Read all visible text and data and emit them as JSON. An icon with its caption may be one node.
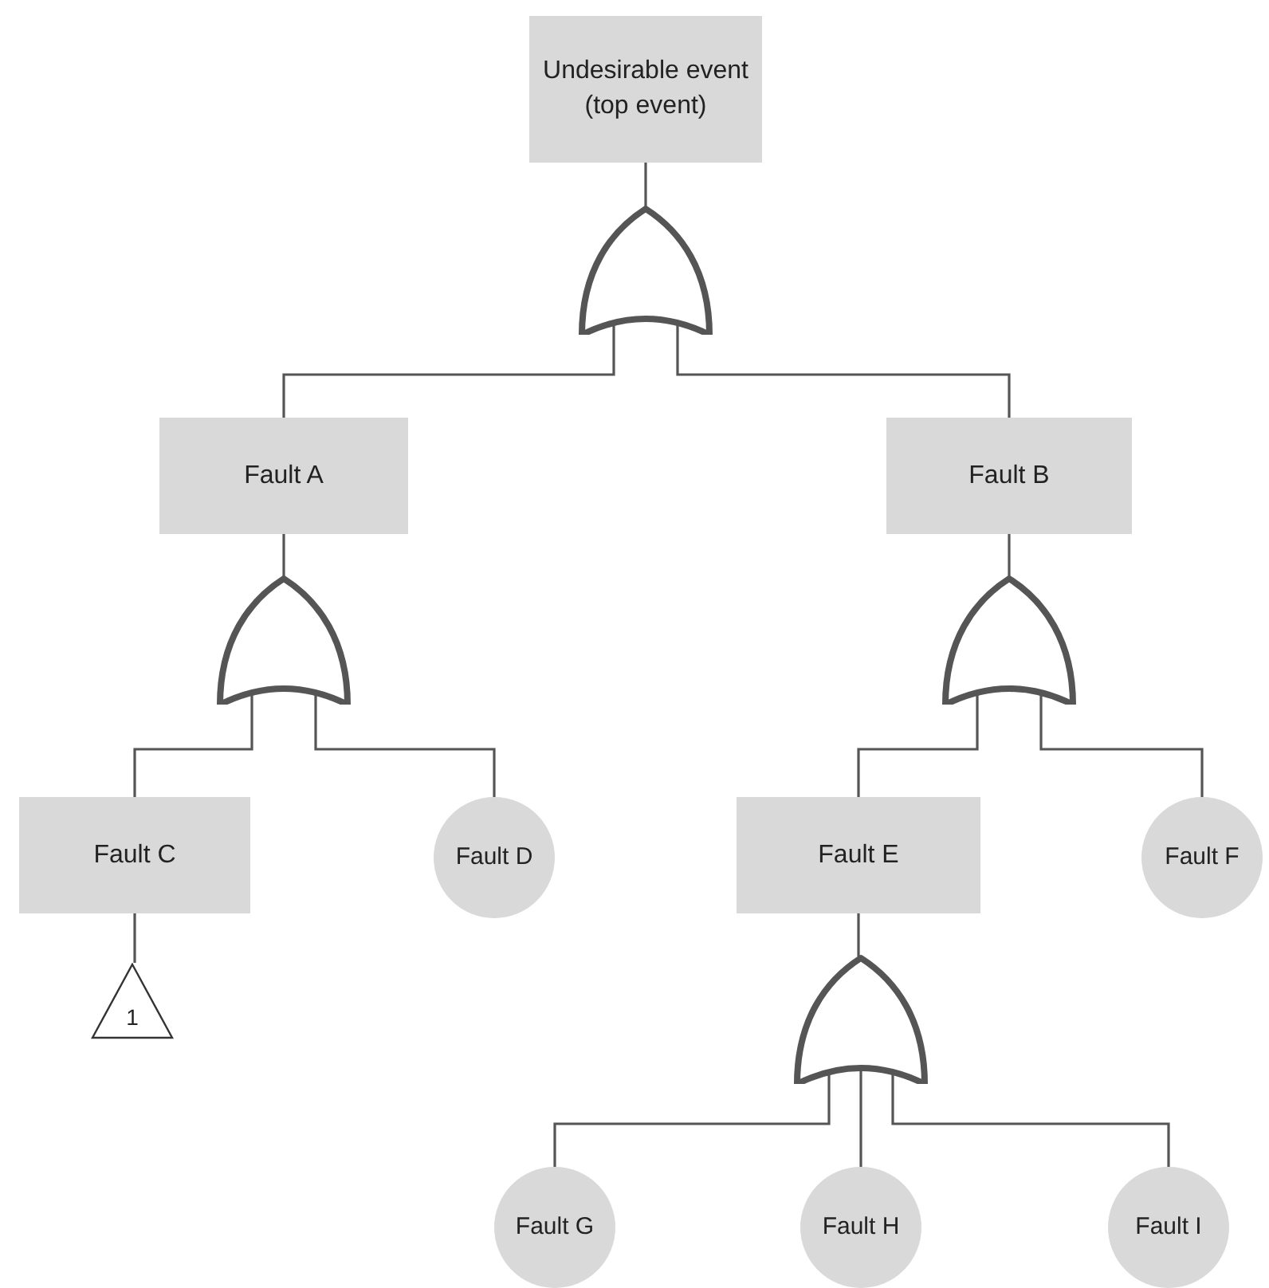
{
  "diagram": {
    "nodes": [
      {
        "text": [
          "Undesirable event (top event)"
        ]
      },
      {
        "text": [],
        "shape": "gate"
      },
      {
        "text": [
          "Fault A"
        ]
      },
      {
        "text": [
          "Fault B"
        ]
      },
      {
        "text": [],
        "shape": "gate"
      },
      {
        "text": [],
        "shape": "gate"
      },
      {
        "text": [
          "Fault C"
        ]
      },
      {
        "text": [
          "Fault D"
        ]
      },
      {
        "text": [
          "Fault E"
        ]
      },
      {
        "text": [
          "Fault F"
        ]
      },
      {
        "text": [
          "1"
        ]
      },
      {
        "text": [],
        "shape": "gate"
      },
      {
        "text": [
          "Fault G"
        ]
      },
      {
        "text": [
          "Fault H"
        ]
      },
      {
        "text": [
          "Fault I"
        ]
      }
    ],
    "edges": [
      {
        "from": 0,
        "to": 1,
        "arrow": "none"
      },
      {
        "from": 1,
        "to": 2,
        "arrow": "none"
      },
      {
        "from": 1,
        "to": 3,
        "arrow": "none"
      },
      {
        "from": 2,
        "to": 4,
        "arrow": "none"
      },
      {
        "from": 4,
        "to": 6,
        "arrow": "none"
      },
      {
        "from": 4,
        "to": 7,
        "arrow": "none"
      },
      {
        "from": 3,
        "to": 5,
        "arrow": "none"
      },
      {
        "from": 5,
        "to": 8,
        "arrow": "none"
      },
      {
        "from": 5,
        "to": 9,
        "arrow": "none"
      },
      {
        "from": 6,
        "to": 10,
        "arrow": "none"
      },
      {
        "from": 8,
        "to": 11,
        "arrow": "none"
      },
      {
        "from": 11,
        "to": 12,
        "arrow": "none"
      },
      {
        "from": 11,
        "to": 13,
        "arrow": "none"
      },
      {
        "from": 11,
        "to": 14,
        "arrow": "none"
      }
    ]
  }
}
